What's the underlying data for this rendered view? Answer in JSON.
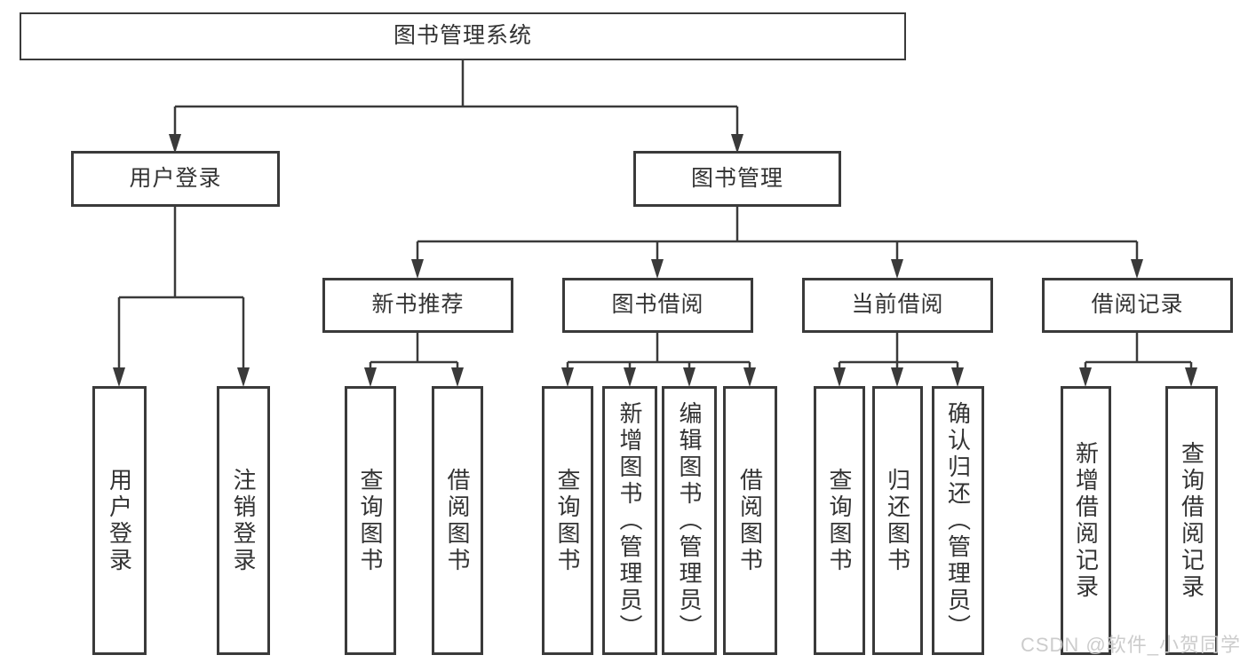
{
  "diagram": {
    "root": {
      "label": "图书管理系统"
    },
    "level2": [
      {
        "id": "user-login-module",
        "label": "用户登录"
      },
      {
        "id": "book-management-module",
        "label": "图书管理"
      }
    ],
    "level3": [
      {
        "id": "new-book-recommend",
        "label": "新书推荐",
        "parent": "图书管理"
      },
      {
        "id": "book-borrowing",
        "label": "图书借阅",
        "parent": "图书管理"
      },
      {
        "id": "current-borrowing",
        "label": "当前借阅",
        "parent": "图书管理"
      },
      {
        "id": "borrowing-records",
        "label": "借阅记录",
        "parent": "图书管理"
      }
    ],
    "leaves": [
      {
        "label": "用户登录",
        "parent": "用户登录"
      },
      {
        "label": "注销登录",
        "parent": "用户登录"
      },
      {
        "label": "查询图书",
        "parent": "新书推荐"
      },
      {
        "label": "借阅图书",
        "parent": "新书推荐"
      },
      {
        "label": "查询图书",
        "parent": "图书借阅"
      },
      {
        "label": "新增图书（管理员）",
        "parent": "图书借阅"
      },
      {
        "label": "编辑图书（管理员）",
        "parent": "图书借阅"
      },
      {
        "label": "借阅图书",
        "parent": "图书借阅"
      },
      {
        "label": "查询图书",
        "parent": "当前借阅"
      },
      {
        "label": "归还图书",
        "parent": "当前借阅"
      },
      {
        "label": "确认归还（管理员）",
        "parent": "当前借阅"
      },
      {
        "label": "新增借阅记录",
        "parent": "借阅记录"
      },
      {
        "label": "查询借阅记录",
        "parent": "借阅记录"
      }
    ]
  },
  "watermark": {
    "text": "CSDN @软件_小贺同学"
  },
  "colors": {
    "line": "#3a3a3a",
    "border": "#3a3a3a",
    "text": "#333333",
    "watermark": "#c9c9c9",
    "background": "#ffffff"
  }
}
